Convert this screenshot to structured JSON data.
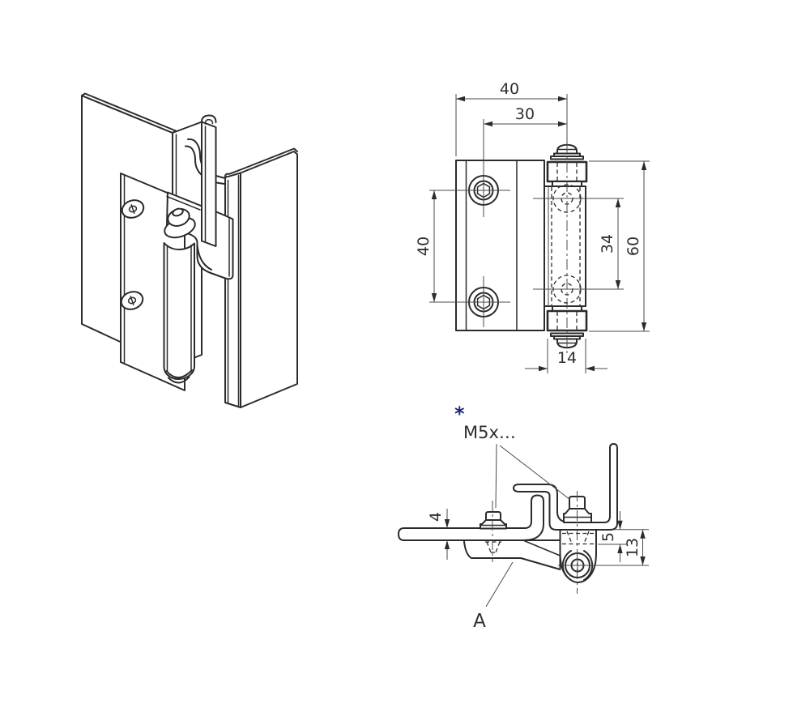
{
  "meta": {
    "drawing_type": "technical drawing",
    "subject": "sheet-metal door hinge with mounting screws",
    "views": [
      "isometric",
      "front",
      "side-section"
    ]
  },
  "front_view": {
    "dim_total_width": "40",
    "dim_hole_spacing_horizontal": "30",
    "dim_hole_spacing_vertical": "40",
    "dim_knuckle_hole_spacing": "34",
    "dim_total_height": "60",
    "dim_barrel_width": "14"
  },
  "side_view": {
    "dim_sheet_thickness": "4",
    "dim_flange_offset": "5",
    "dim_pivot_depth": "13",
    "thread_note": "M5x…",
    "thread_note_marker": "*",
    "detail_label": "A"
  },
  "colors": {
    "line": "#2b2b2b",
    "dim_line": "#4a4a4a",
    "text": "#2f2f2f",
    "marker_blue": "#1e2a78",
    "background": "#ffffff"
  }
}
